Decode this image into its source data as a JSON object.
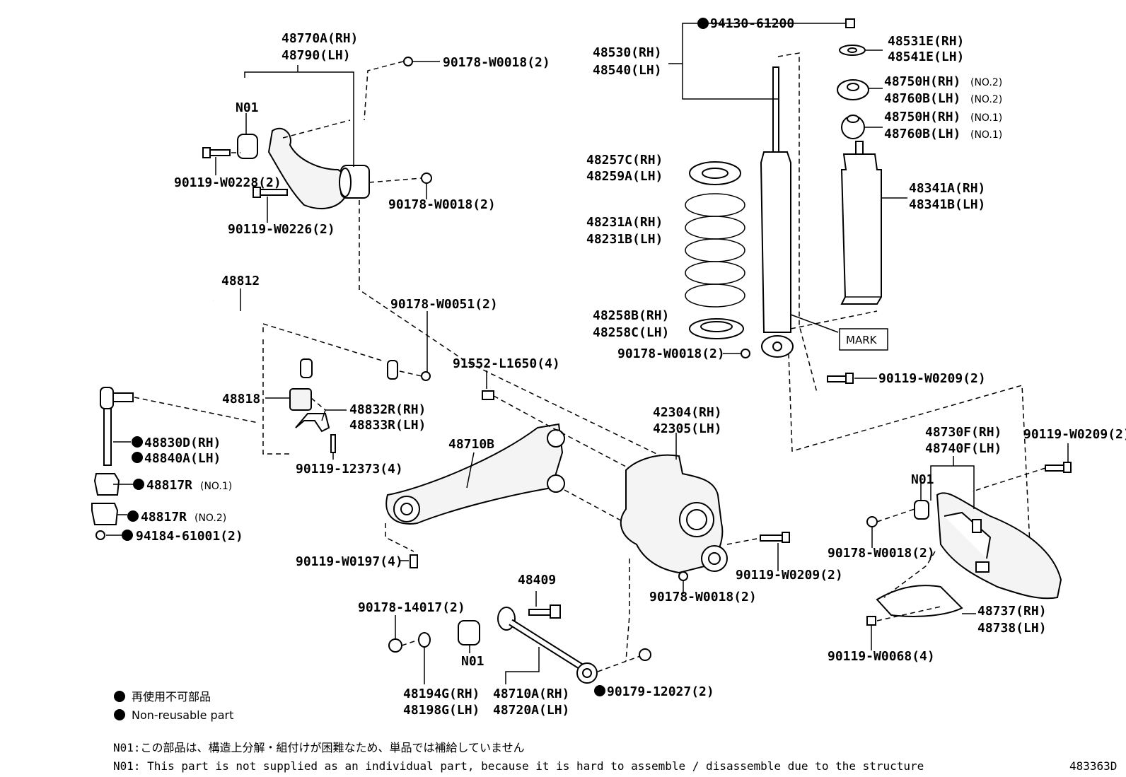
{
  "labels": {
    "p48770a": "48770A(RH)",
    "p48790": "48790(LH)",
    "n01_a": "N01",
    "p90178_w0018_a": "90178-W0018(2)",
    "p90119_w0228": "90119-W0228(2)",
    "p90178_w0018_b": "90178-W0018(2)",
    "p90119_w0226": "90119-W0226(2)",
    "p94130": "94130-61200",
    "p48530": "48530(RH)",
    "p48540": "48540(LH)",
    "p48531e": "48531E(RH)",
    "p48541e": "48541E(LH)",
    "p48750h_2": "48750H(RH)",
    "p48760b_2": "48760B(LH)",
    "no2_a": "(NO.2)",
    "no2_b": "(NO.2)",
    "p48750h_1": "48750H(RH)",
    "p48760b_1": "48760B(LH)",
    "no1_a": "(NO.1)",
    "no1_b": "(NO.1)",
    "p48257c": "48257C(RH)",
    "p48259a": "48259A(LH)",
    "p48341a": "48341A(RH)",
    "p48341b": "48341B(LH)",
    "p48231a": "48231A(RH)",
    "p48231b": "48231B(LH)",
    "p48258b": "48258B(RH)",
    "p48258c": "48258C(LH)",
    "mark": "MARK",
    "p90178_w0018_c": "90178-W0018(2)",
    "p90119_w0209_a": "90119-W0209(2)",
    "p48812": "48812",
    "p90178_w0051": "90178-W0051(2)",
    "p91552": "91552-L1650(4)",
    "p48818": "48818",
    "p48832r": "48832R(RH)",
    "p48833r": "48833R(LH)",
    "p48830d": "48830D(RH)",
    "p48840a": "48840A(LH)",
    "p90119_12373": "90119-12373(4)",
    "p48710b": "48710B",
    "p42304": "42304(RH)",
    "p42305": "42305(LH)",
    "p48730f": "48730F(RH)",
    "p48740f": "48740F(LH)",
    "p90119_w0209_b": "90119-W0209(2)",
    "n01_b": "N01",
    "p48817r_1": "48817R",
    "no1_c": "(NO.1)",
    "p48817r_2": "48817R",
    "no2_c": "(NO.2)",
    "p94184": "94184-61001(2)",
    "p90119_w0197": "90119-W0197(4)",
    "p90178_w0018_d": "90178-W0018(2)",
    "p90119_w0209_c": "90119-W0209(2)",
    "p90178_w0018_e": "90178-W0018(2)",
    "p48409": "48409",
    "p90178_14017": "90178-14017(2)",
    "n01_c": "N01",
    "p48737": "48737(RH)",
    "p48738": "48738(LH)",
    "p90119_w0068": "90119-W0068(4)",
    "p90179": "90179-12027(2)",
    "p48194g": "48194G(RH)",
    "p48198g": "48198G(LH)",
    "p48710a": "48710A(RH)",
    "p48720a": "48720A(LH)"
  },
  "legend": {
    "jp": "再使用不可部品",
    "en": "Non-reusable part"
  },
  "notes": {
    "jp": "N01:この部品は、構造上分解・組付けが困難なため、単品では補給していません",
    "en": "N01: This part is not supplied as an individual part, because it is hard to assemble / disassemble due to the structure"
  },
  "diagram_id": "483363D"
}
